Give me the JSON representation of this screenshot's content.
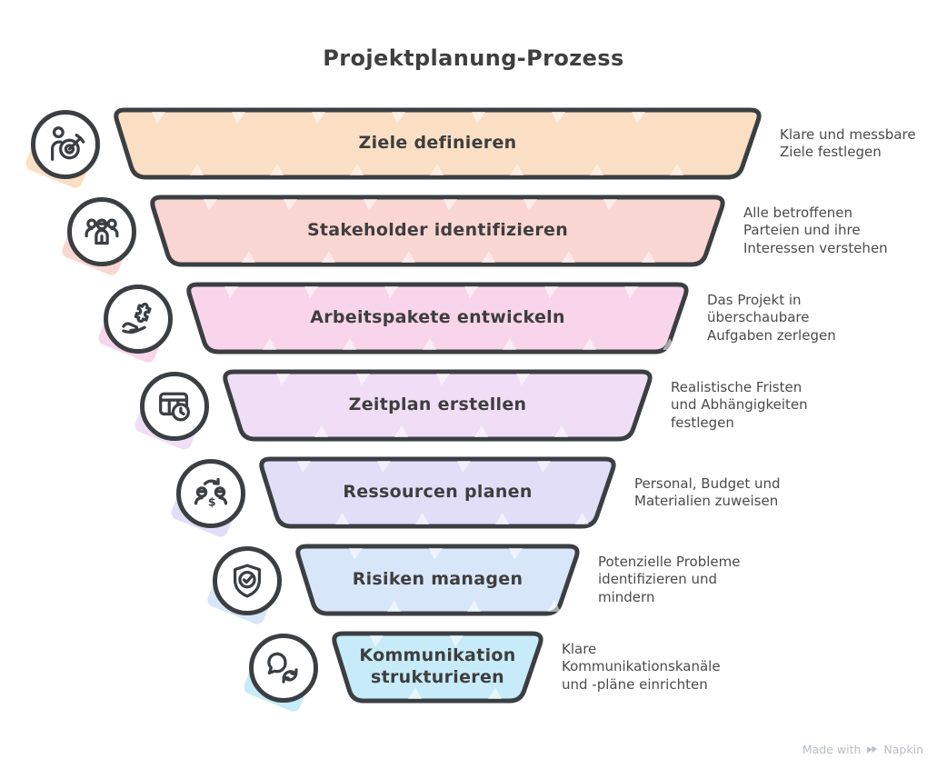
{
  "title": "Projektplanung-Prozess",
  "colors": {
    "outline": "#3b3f42",
    "label_text": "#3e3e3e",
    "description_text": "#4b4b4b",
    "footer_text": "#b9bdc1"
  },
  "funnel": {
    "rows": [
      {
        "label": "Ziele definieren",
        "icon": "person-target-icon",
        "color": "#FBDFC4",
        "desc": [
          "Klare und messbare",
          "Ziele festlegen"
        ]
      },
      {
        "label": "Stakeholder identifizieren",
        "icon": "stakeholders-group-icon",
        "color": "#FAD6D3",
        "desc": [
          "Alle betroffenen",
          "Parteien und ihre",
          "Interessen verstehen"
        ]
      },
      {
        "label": "Arbeitspakete entwickeln",
        "icon": "hand-puzzle-icon",
        "color": "#F8D5EB",
        "desc": [
          "Das Projekt in",
          "überschaubare",
          "Aufgaben zerlegen"
        ]
      },
      {
        "label": "Zeitplan erstellen",
        "icon": "schedule-clock-icon",
        "color": "#F0DEF7",
        "desc": [
          "Realistische Fristen",
          "und Abhängigkeiten",
          "festlegen"
        ]
      },
      {
        "label": "Ressourcen planen",
        "icon": "people-budget-icon",
        "color": "#E2DEF8",
        "desc": [
          "Personal, Budget und",
          "Materialien zuweisen"
        ]
      },
      {
        "label": "Risiken managen",
        "icon": "shield-check-icon",
        "color": "#D8E6F9",
        "desc": [
          "Potenzielle Probleme",
          "identifizieren und",
          "mindern"
        ]
      },
      {
        "label": "Kommunikation strukturieren",
        "icon": "chat-sync-icon",
        "color": "#C7EBF8",
        "desc": [
          "Klare",
          "Kommunikationskanäle",
          "und -pläne einrichten"
        ]
      }
    ]
  },
  "footer": {
    "made_with": "Made with",
    "brand": "Napkin",
    "logo_icon": "napkin-logo-icon"
  }
}
